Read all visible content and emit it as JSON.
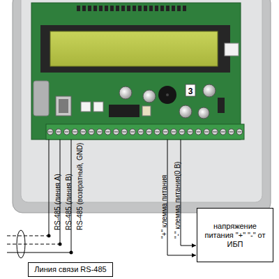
{
  "diagram": {
    "nodes": [
      {
        "text": [
          "Линия связи RS-485"
        ]
      },
      {
        "text": [
          "напряжение питания \"+\" \"-\" от ИБП"
        ]
      }
    ],
    "labels": [
      "3",
      "RS-485 (линия А)",
      "RS-485 (линия В)",
      "RS-485 (возвратный, GND)",
      "\"+\" клемма питания",
      "\"-\" клемма питания(0 В)"
    ]
  }
}
